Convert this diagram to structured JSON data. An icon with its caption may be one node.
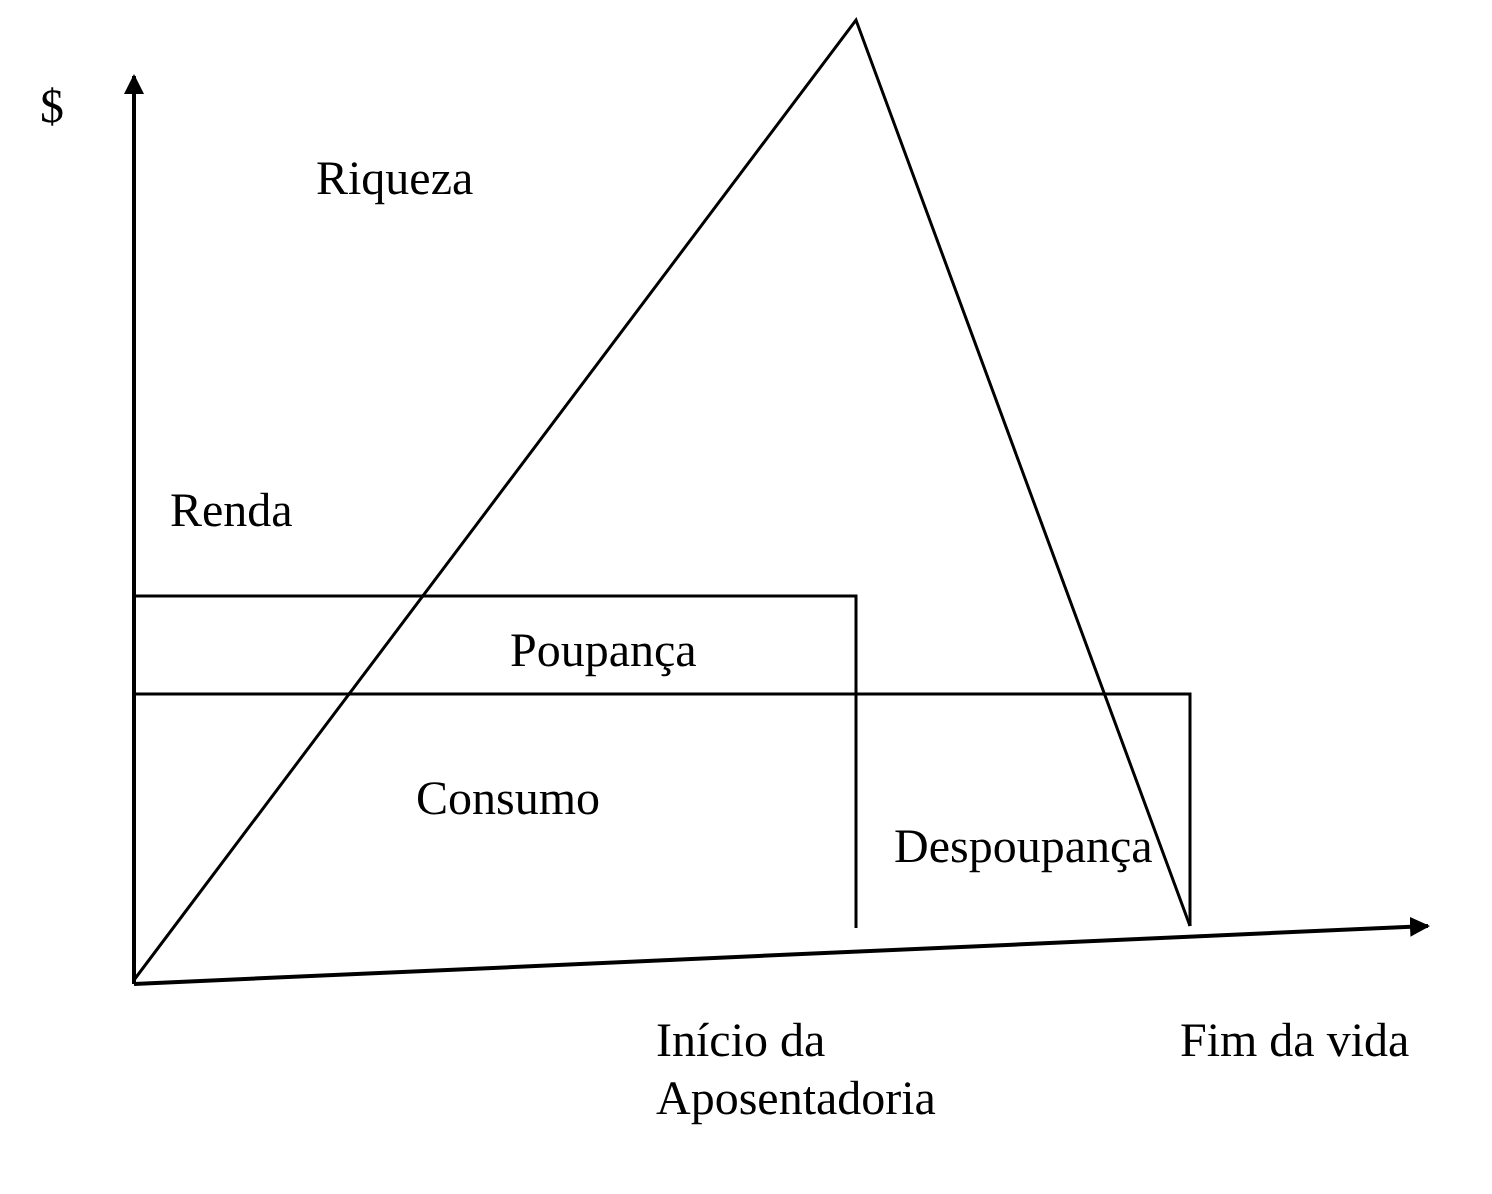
{
  "diagram": {
    "labels": [
      "$",
      "Riqueza",
      "Renda",
      "Poupança",
      "Consumo",
      "Despoupança",
      "Início da Aposentadoria",
      "Fim da vida"
    ]
  }
}
